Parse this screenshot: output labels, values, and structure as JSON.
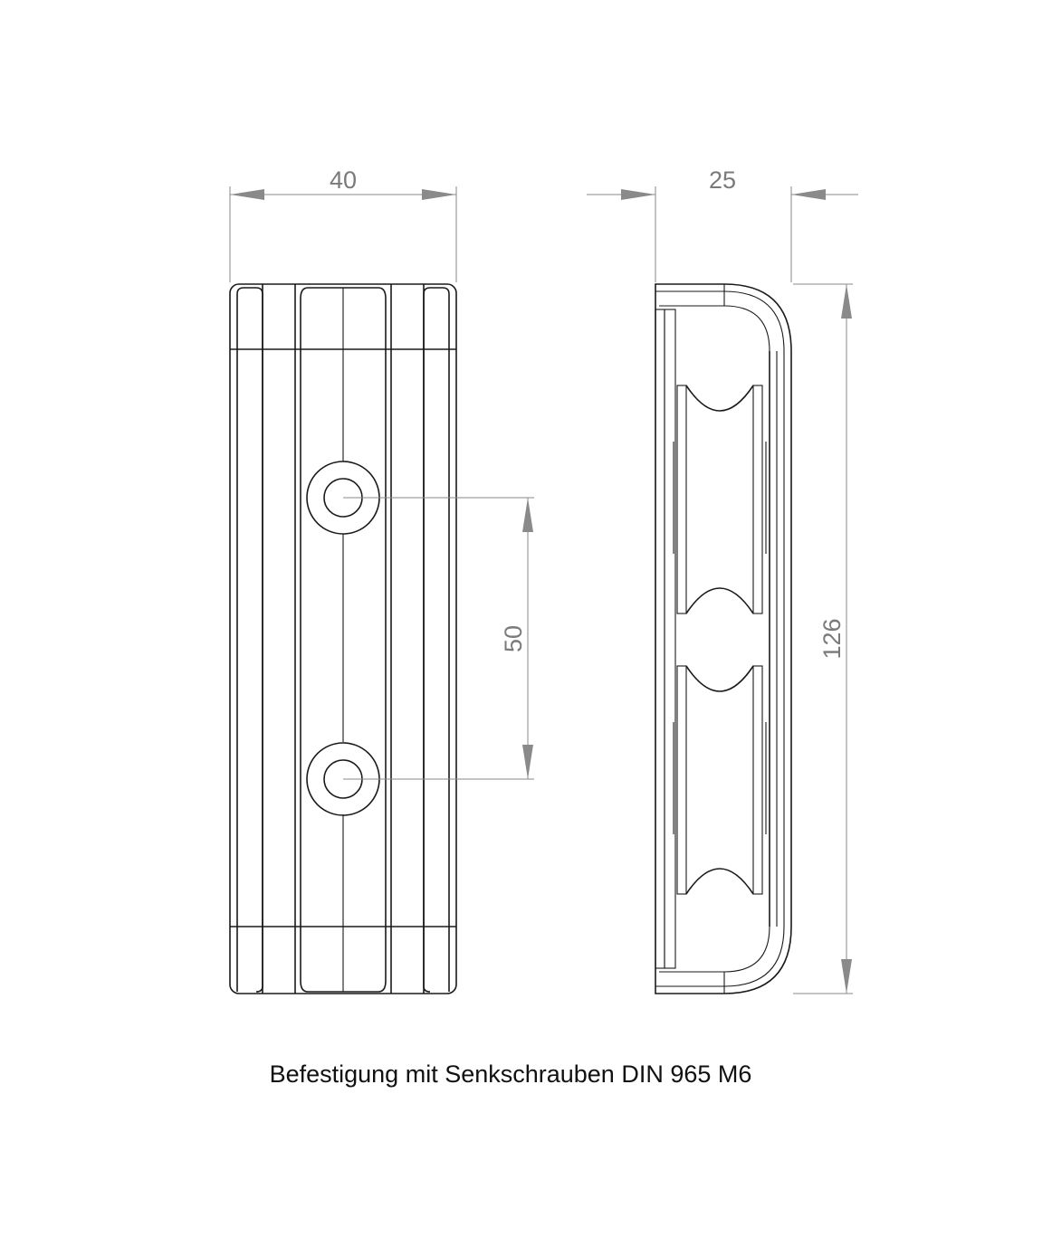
{
  "dimensions": {
    "width_front": "40",
    "depth_side": "25",
    "hole_spacing": "50",
    "height_side": "126"
  },
  "caption": "Befestigung mit Senkschrauben DIN 965 M6",
  "colors": {
    "part_stroke": "#1a1a1a",
    "dimension_stroke": "#8a8a8a",
    "dimension_text": "#7a7a7a"
  }
}
